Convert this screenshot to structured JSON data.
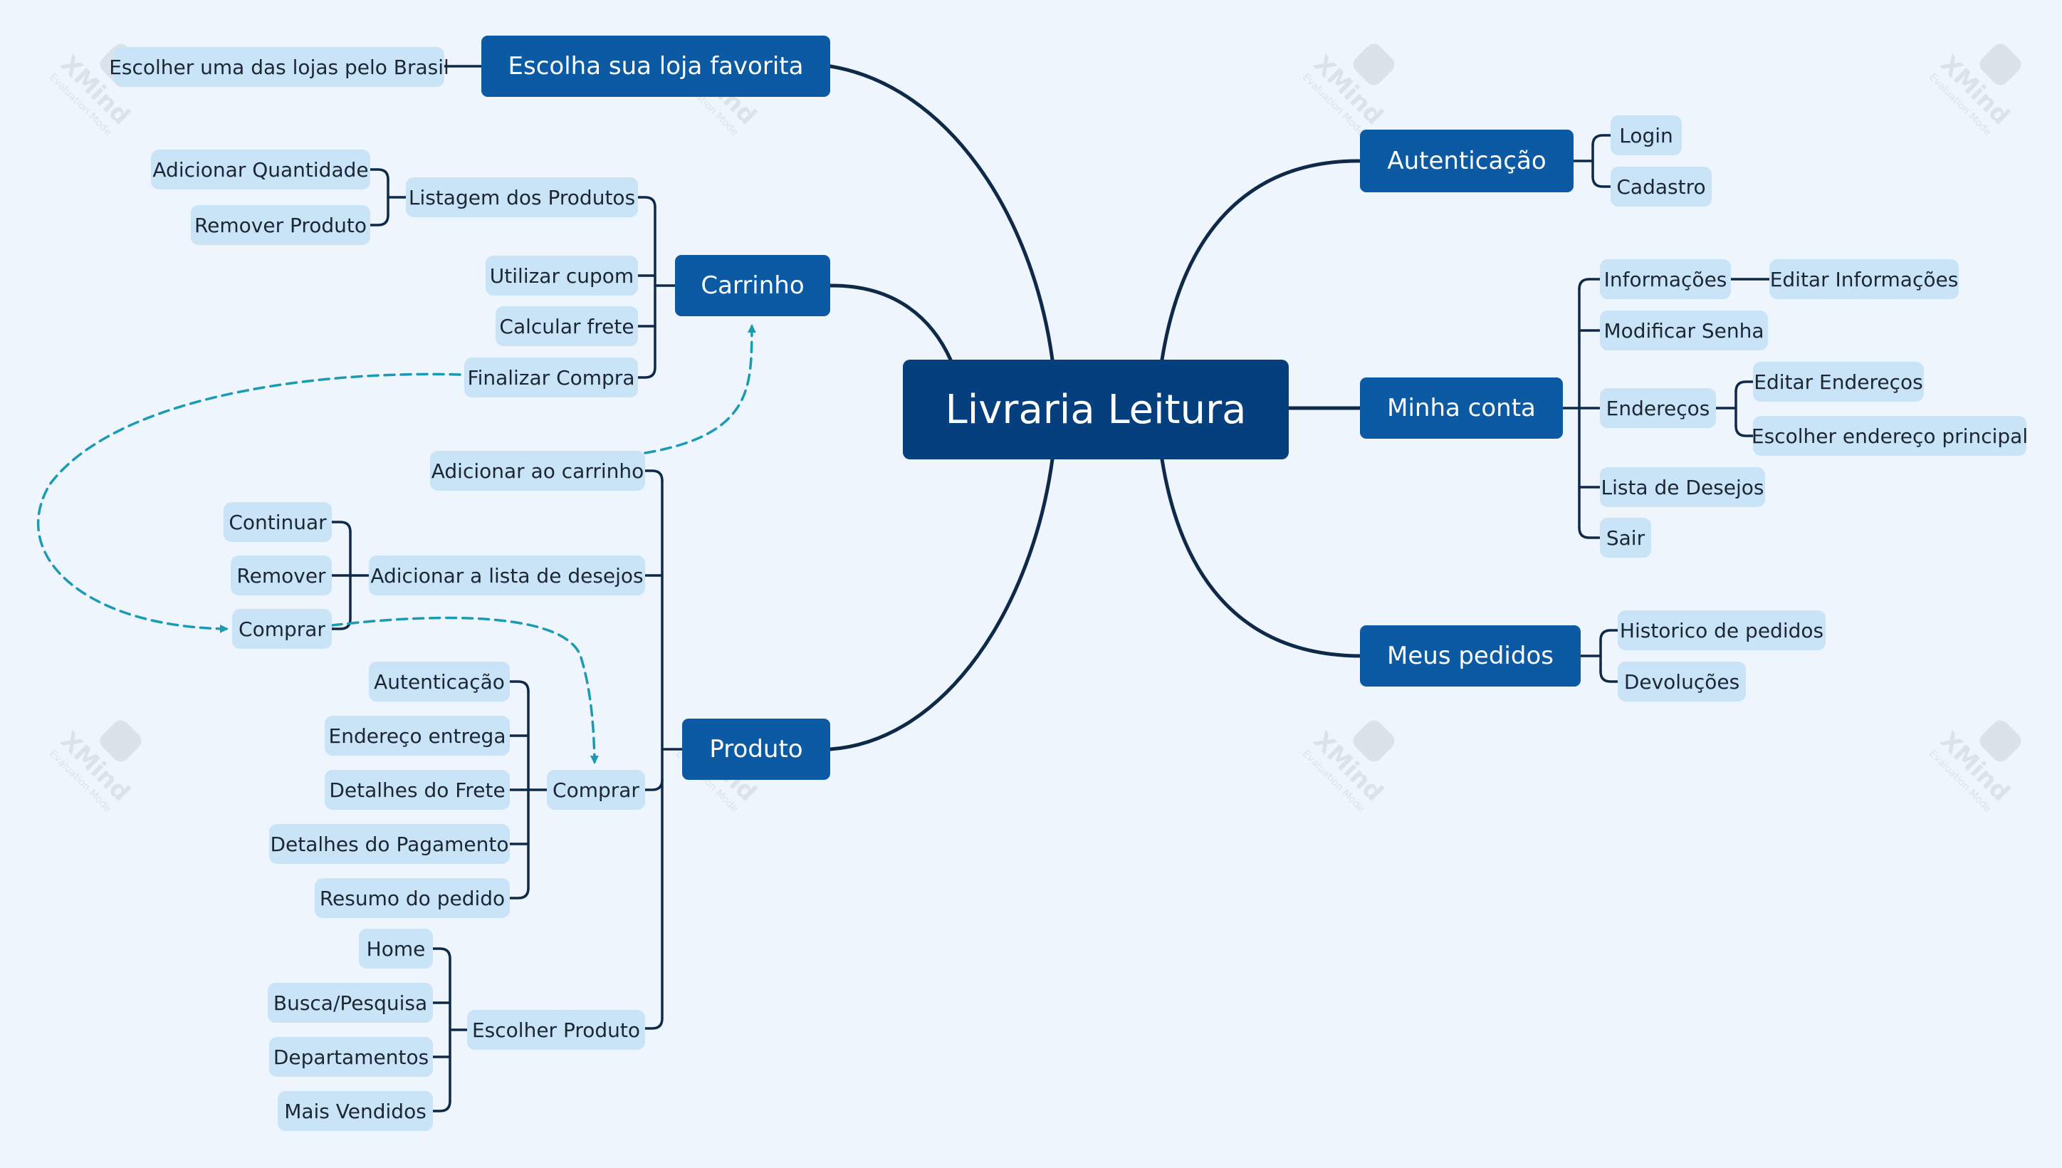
{
  "root": {
    "label": "Livraria Leitura"
  },
  "main": {
    "escolha": "Escolha sua loja favorita",
    "carrinho": "Carrinho",
    "produto": "Produto",
    "autenticacao": "Autenticação",
    "minha_conta": "Minha conta",
    "meus_pedidos": "Meus pedidos"
  },
  "sub": {
    "escolher_lojas": "Escolher uma das lojas pelo Brasil",
    "adicionar_quantidade": "Adicionar Quantidade",
    "remover_produto": "Remover Produto",
    "listagem_produtos": "Listagem dos Produtos",
    "utilizar_cupom": "Utilizar cupom",
    "calcular_frete": "Calcular frete",
    "finalizar_compra": "Finalizar Compra",
    "adicionar_carrinho": "Adicionar ao carrinho",
    "continuar": "Continuar",
    "remover": "Remover",
    "comprar_desejos": "Comprar",
    "adicionar_desejos": "Adicionar a lista de desejos",
    "autenticacao_compra": "Autenticação",
    "endereco_entrega": "Endereço entrega",
    "detalhes_frete": "Detalhes do Frete",
    "detalhes_pagamento": "Detalhes do Pagamento",
    "resumo_pedido": "Resumo do pedido",
    "comprar": "Comprar",
    "home": "Home",
    "busca": "Busca/Pesquisa",
    "departamentos": "Departamentos",
    "mais_vendidos": "Mais Vendidos",
    "escolher_produto": "Escolher Produto",
    "login": "Login",
    "cadastro": "Cadastro",
    "informacoes": "Informações",
    "editar_informacoes": "Editar Informações",
    "modificar_senha": "Modificar Senha",
    "enderecos": "Endereços",
    "editar_enderecos": "Editar Endereços",
    "escolher_endereco_principal": "Escolher endereço principal",
    "lista_desejos": "Lista de Desejos",
    "sair": "Sair",
    "historico_pedidos": "Historico de pedidos",
    "devolucoes": "Devoluções"
  },
  "watermark": {
    "brand": "XMind",
    "mode": "Evaluation Mode"
  },
  "colors": {
    "background": "#eef5fc",
    "root": "#053f7d",
    "main": "#0b5aa3",
    "sub": "#c9e3f7",
    "line": "#0f2a48",
    "relationship": "#1b9bb3"
  }
}
